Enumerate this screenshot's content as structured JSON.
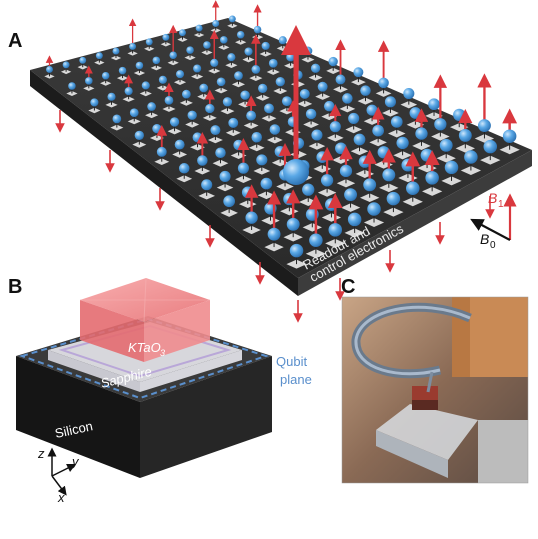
{
  "panels": {
    "a": {
      "letter": "A",
      "electronics_line1": "Readout and",
      "electronics_line2": "control electronics",
      "b1_label": "B",
      "b1_sub": "1",
      "b0_label": "B",
      "b0_sub": "0"
    },
    "b": {
      "letter": "B",
      "crystal_label": "KTaO",
      "crystal_sub": "3",
      "sapphire_label": "Sapphire",
      "silicon_label": "Silicon",
      "plane_line1": "Qubit",
      "plane_line2": "plane",
      "axis_z": "z",
      "axis_y": "y",
      "axis_x": "x"
    },
    "c": {
      "letter": "C"
    }
  },
  "colors": {
    "arrow_red": "#d9383e",
    "sphere_blue": "#5aa8e6",
    "chip_dark": "#2b2b2b",
    "crystal_pink": "#f0888a",
    "qubit_plane_blue": "#5a8fcc"
  }
}
